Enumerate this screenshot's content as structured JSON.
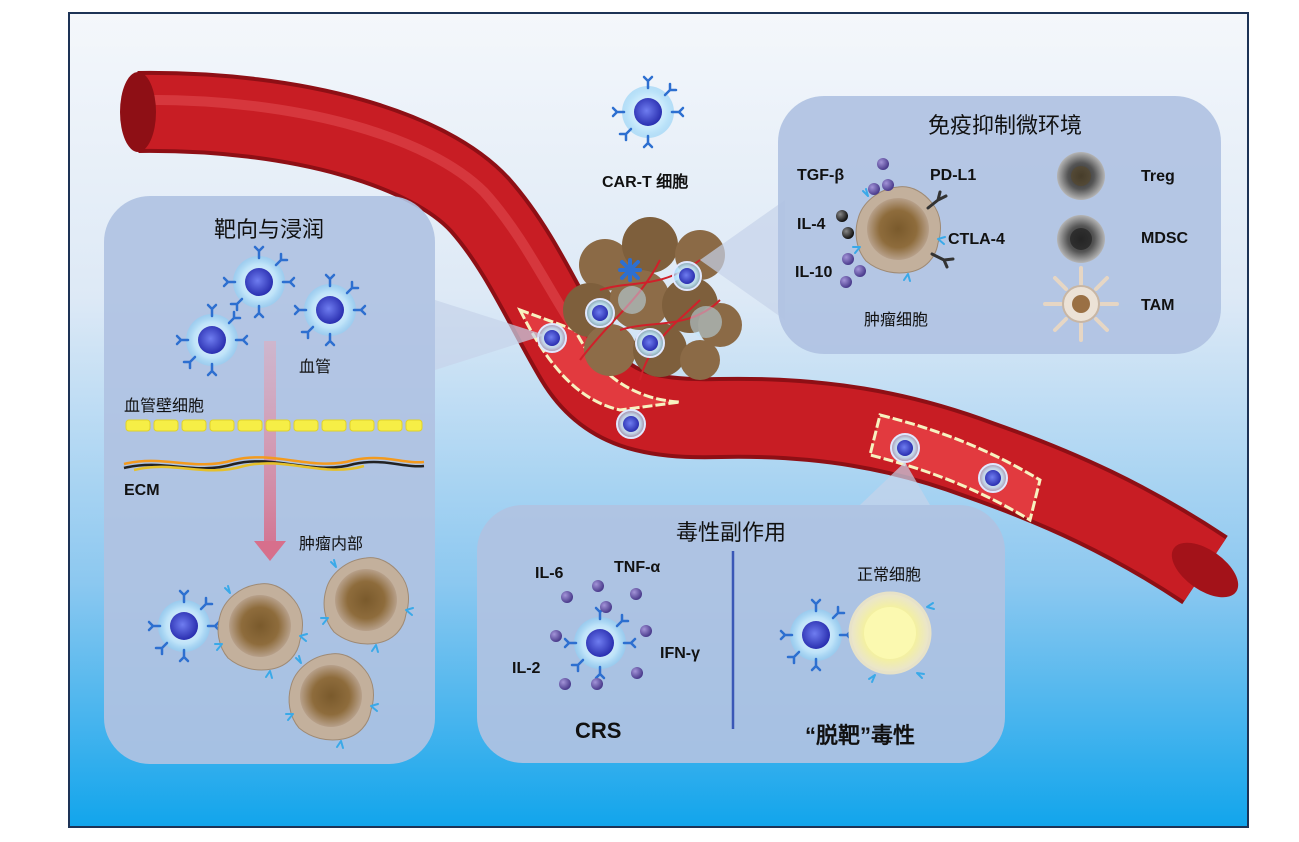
{
  "car_t_label": "CAR-T 细胞",
  "panels": {
    "targeting": {
      "title": "靶向与浸润",
      "vessel": "血管",
      "pericyte": "血管壁细胞",
      "ecm": "ECM",
      "tumor_interior": "肿瘤内部"
    },
    "immunosuppressive": {
      "title": "免疫抑制微环境",
      "tgf_beta": "TGF-β",
      "pd_l1": "PD-L1",
      "il4": "IL-4",
      "ctla4": "CTLA-4",
      "il10": "IL-10",
      "tumor_cell": "肿瘤细胞",
      "treg": "Treg",
      "mdsc": "MDSC",
      "tam": "TAM"
    },
    "toxicity": {
      "title": "毒性副作用",
      "il6": "IL-6",
      "tnf": "TNF-α",
      "il2": "IL-2",
      "ifn": "IFN-γ",
      "crs": "CRS",
      "normal_cell": "正常细胞",
      "off_target": "“脱靶”毒性"
    }
  },
  "colors": {
    "vessel_red": "#c81d24",
    "tcell_blue": "#3f4fd0",
    "panel_bg": "#b0c2e2",
    "cytokine_purple": "#5a4b9c",
    "tumor_brown": "#8a6a3a",
    "endothelium_yellow": "#f5ec5a"
  }
}
